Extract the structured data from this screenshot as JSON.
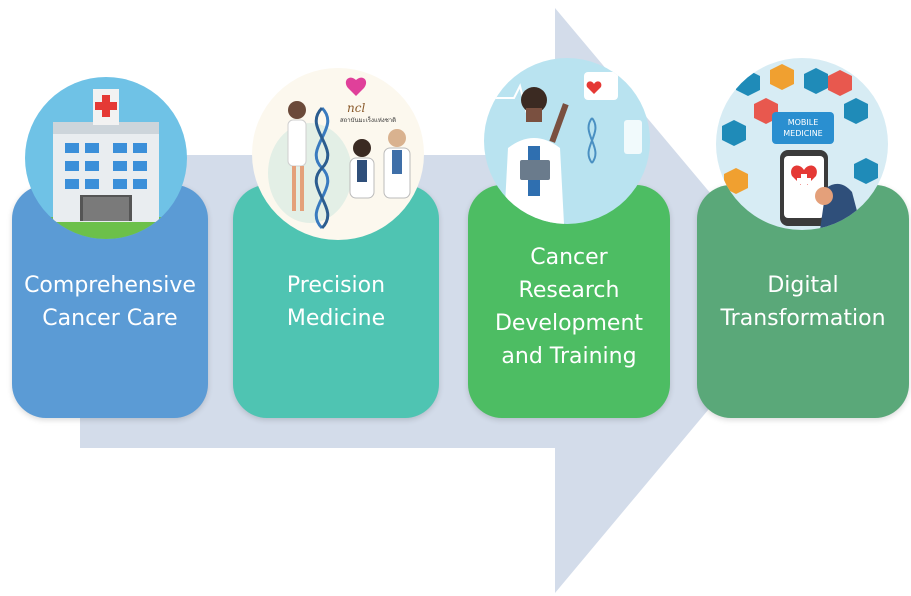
{
  "steps": [
    {
      "label": "Comprehensive Cancer Care",
      "lines": [
        "Comprehensive",
        "Cancer Care"
      ],
      "color": "#5b9bd5",
      "icon": "hospital-icon"
    },
    {
      "label": "Precision Medicine",
      "lines": [
        "Precision",
        "Medicine"
      ],
      "color": "#4fc4b2",
      "icon": "dna-doctors-icon"
    },
    {
      "label": "Cancer Research Development and Training",
      "lines": [
        "Cancer",
        "Research",
        "Development",
        "and Training"
      ],
      "color": "#4dbd63",
      "icon": "research-doctor-icon"
    },
    {
      "label": "Digital Transformation",
      "lines": [
        "Digital",
        "Transformation"
      ],
      "color": "#5aa879",
      "icon": "mobile-medicine-icon"
    }
  ],
  "badge": {
    "logo_text": "ncl",
    "sub_text": "สถาบันมะเร็งแห่งชาติ"
  },
  "phone_text": [
    "MOBILE",
    "MEDICINE"
  ],
  "colors": {
    "arrow": "#d3dcea"
  }
}
